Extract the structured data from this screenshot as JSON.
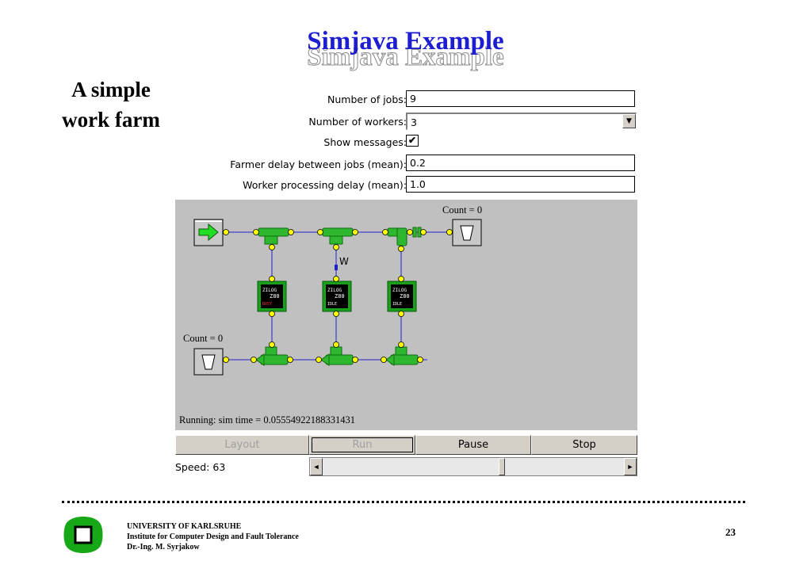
{
  "slide": {
    "title": "Simjava Example",
    "subtitle_lines": [
      "A simple",
      "work farm"
    ],
    "page_number": "23"
  },
  "form": {
    "jobs": {
      "label": "Number of jobs:",
      "value": "9"
    },
    "workers": {
      "label": "Number of workers:",
      "value": "3"
    },
    "show_messages": {
      "label": "Show messages:",
      "checked": true
    },
    "farmer_delay": {
      "label": "Farmer delay between jobs (mean):",
      "value": "0.2"
    },
    "worker_delay": {
      "label": "Worker processing delay (mean):",
      "value": "1.0"
    }
  },
  "simulation": {
    "count_top": "Count = 0",
    "count_left": "Count = 0",
    "message_label": "W",
    "status": "Running: sim time = 0.05554922188331431",
    "workers": [
      {
        "chip_line1": "ZILOG",
        "chip_line2": "Z80",
        "state": "BUSY",
        "state_color": "#ff3030"
      },
      {
        "chip_line1": "ZILOG",
        "chip_line2": "Z80",
        "state": "IDLE",
        "state_color": "#ffffff"
      },
      {
        "chip_line1": "ZILOG",
        "chip_line2": "Z80",
        "state": "IDLE",
        "state_color": "#ffffff"
      }
    ],
    "colors": {
      "pipe": "#2fb82f",
      "pipe_dark": "#0e6e0e",
      "link": "#2020c8",
      "port": "#ffff00",
      "chip_frame": "#1aa01a"
    }
  },
  "controls": {
    "layout_label": "Layout",
    "run_label": "Run",
    "pause_label": "Pause",
    "stop_label": "Stop"
  },
  "speed": {
    "label": "Speed: 63",
    "value": 63
  },
  "footer": {
    "line1": "UNIVERSITY OF KARLSRUHE",
    "line2": "Institute for Computer Design and Fault Tolerance",
    "line3": "Dr.-Ing. M. Syrjakow"
  }
}
